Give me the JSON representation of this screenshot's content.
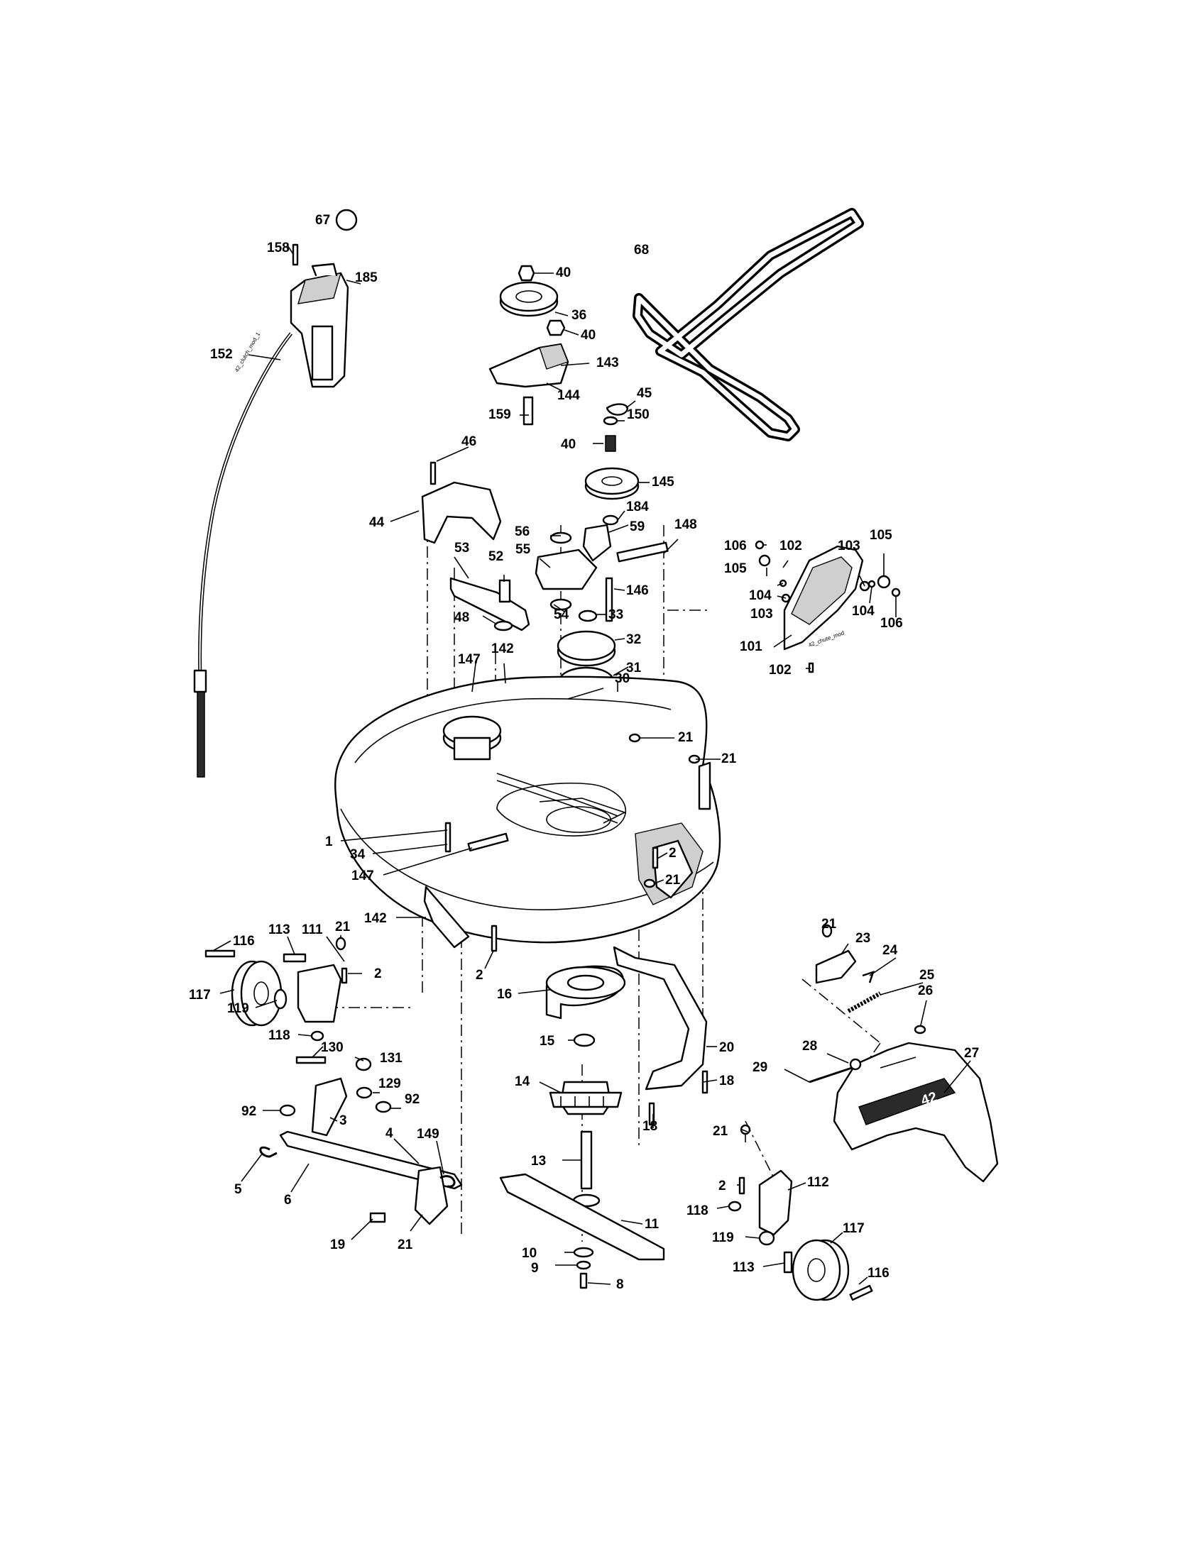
{
  "diagram": {
    "type": "exploded parts diagram",
    "subject": "mower deck assembly",
    "callouts": [
      {
        "id": "c-67",
        "label": "67"
      },
      {
        "id": "c-158",
        "label": "158"
      },
      {
        "id": "c-185",
        "label": "185"
      },
      {
        "id": "c-152",
        "label": "152"
      },
      {
        "id": "c-40a",
        "label": "40"
      },
      {
        "id": "c-36",
        "label": "36"
      },
      {
        "id": "c-40b",
        "label": "40"
      },
      {
        "id": "c-143",
        "label": "143"
      },
      {
        "id": "c-144",
        "label": "144"
      },
      {
        "id": "c-159",
        "label": "159"
      },
      {
        "id": "c-68",
        "label": "68"
      },
      {
        "id": "c-45",
        "label": "45"
      },
      {
        "id": "c-150",
        "label": "150"
      },
      {
        "id": "c-40c",
        "label": "40"
      },
      {
        "id": "c-145",
        "label": "145"
      },
      {
        "id": "c-184",
        "label": "184"
      },
      {
        "id": "c-46",
        "label": "46"
      },
      {
        "id": "c-44",
        "label": "44"
      },
      {
        "id": "c-56",
        "label": "56"
      },
      {
        "id": "c-59",
        "label": "59"
      },
      {
        "id": "c-148",
        "label": "148"
      },
      {
        "id": "c-53",
        "label": "53"
      },
      {
        "id": "c-52",
        "label": "52"
      },
      {
        "id": "c-55",
        "label": "55"
      },
      {
        "id": "c-146",
        "label": "146"
      },
      {
        "id": "c-48",
        "label": "48"
      },
      {
        "id": "c-54",
        "label": "54"
      },
      {
        "id": "c-33",
        "label": "33"
      },
      {
        "id": "c-32",
        "label": "32"
      },
      {
        "id": "c-31",
        "label": "31"
      },
      {
        "id": "c-147a",
        "label": "147"
      },
      {
        "id": "c-142a",
        "label": "142"
      },
      {
        "id": "c-30",
        "label": "30"
      },
      {
        "id": "c-21a",
        "label": "21"
      },
      {
        "id": "c-21b",
        "label": "21"
      },
      {
        "id": "c-106a",
        "label": "106"
      },
      {
        "id": "c-102a",
        "label": "102"
      },
      {
        "id": "c-103a",
        "label": "103"
      },
      {
        "id": "c-105a",
        "label": "105"
      },
      {
        "id": "c-105b",
        "label": "105"
      },
      {
        "id": "c-104a",
        "label": "104"
      },
      {
        "id": "c-103b",
        "label": "103"
      },
      {
        "id": "c-104b",
        "label": "104"
      },
      {
        "id": "c-106b",
        "label": "106"
      },
      {
        "id": "c-101",
        "label": "101"
      },
      {
        "id": "c-102b",
        "label": "102"
      },
      {
        "id": "c-1",
        "label": "1"
      },
      {
        "id": "c-34",
        "label": "34"
      },
      {
        "id": "c-147b",
        "label": "147"
      },
      {
        "id": "c-2a",
        "label": "2"
      },
      {
        "id": "c-21c",
        "label": "21"
      },
      {
        "id": "c-142b",
        "label": "142"
      },
      {
        "id": "c-116a",
        "label": "116"
      },
      {
        "id": "c-113a",
        "label": "113"
      },
      {
        "id": "c-111",
        "label": "111"
      },
      {
        "id": "c-21d",
        "label": "21"
      },
      {
        "id": "c-2b",
        "label": "2"
      },
      {
        "id": "c-117a",
        "label": "117"
      },
      {
        "id": "c-119a",
        "label": "119"
      },
      {
        "id": "c-118a",
        "label": "118"
      },
      {
        "id": "c-2c",
        "label": "2"
      },
      {
        "id": "c-16",
        "label": "16"
      },
      {
        "id": "c-15",
        "label": "15"
      },
      {
        "id": "c-130",
        "label": "130"
      },
      {
        "id": "c-131",
        "label": "131"
      },
      {
        "id": "c-129",
        "label": "129"
      },
      {
        "id": "c-92a",
        "label": "92"
      },
      {
        "id": "c-92b",
        "label": "92"
      },
      {
        "id": "c-3",
        "label": "3"
      },
      {
        "id": "c-14",
        "label": "14"
      },
      {
        "id": "c-20",
        "label": "20"
      },
      {
        "id": "c-18a",
        "label": "18"
      },
      {
        "id": "c-18b",
        "label": "18"
      },
      {
        "id": "c-4",
        "label": "4"
      },
      {
        "id": "c-149",
        "label": "149"
      },
      {
        "id": "c-5",
        "label": "5"
      },
      {
        "id": "c-6",
        "label": "6"
      },
      {
        "id": "c-13",
        "label": "13"
      },
      {
        "id": "c-11",
        "label": "11"
      },
      {
        "id": "c-19",
        "label": "19"
      },
      {
        "id": "c-21e",
        "label": "21"
      },
      {
        "id": "c-10",
        "label": "10"
      },
      {
        "id": "c-9",
        "label": "9"
      },
      {
        "id": "c-8",
        "label": "8"
      },
      {
        "id": "c-21f",
        "label": "21"
      },
      {
        "id": "c-23",
        "label": "23"
      },
      {
        "id": "c-24",
        "label": "24"
      },
      {
        "id": "c-25",
        "label": "25"
      },
      {
        "id": "c-26",
        "label": "26"
      },
      {
        "id": "c-28",
        "label": "28"
      },
      {
        "id": "c-27",
        "label": "27"
      },
      {
        "id": "c-29",
        "label": "29"
      },
      {
        "id": "c-21g",
        "label": "21"
      },
      {
        "id": "c-2d",
        "label": "2"
      },
      {
        "id": "c-112",
        "label": "112"
      },
      {
        "id": "c-118b",
        "label": "118"
      },
      {
        "id": "c-119b",
        "label": "119"
      },
      {
        "id": "c-117b",
        "label": "117"
      },
      {
        "id": "c-113b",
        "label": "113"
      },
      {
        "id": "c-116b",
        "label": "116"
      }
    ],
    "stamps": {
      "cable": "42_clutch_mod_1",
      "discharge_guard": "42_chute_mod",
      "deflector_badge": "42"
    }
  }
}
